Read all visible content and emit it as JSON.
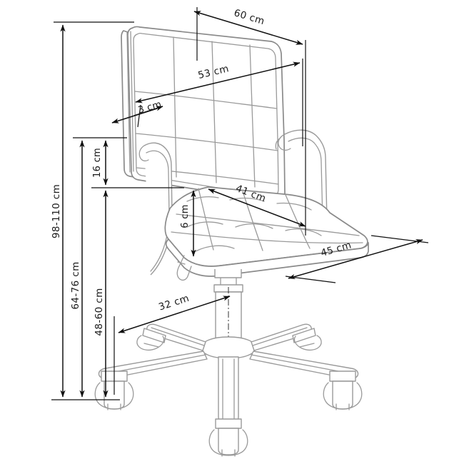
{
  "drawing": {
    "title": "Office chair technical dimension drawing",
    "subject": "swivel office chair with quilted backrest, armrests, gas lift and 5-star caster base",
    "units": "cm",
    "line_color": "#8a8a8a",
    "dimension_color": "#111111",
    "background_color": "#ffffff"
  },
  "dimensions": {
    "total_height": {
      "label": "98-110 cm",
      "name": "overall-height",
      "orientation": "vertical",
      "min": 98,
      "max": 110
    },
    "backrest_top_height": {
      "label": "64-76 cm",
      "name": "armrest-height",
      "orientation": "vertical",
      "min": 64,
      "max": 76
    },
    "seat_height": {
      "label": "48-60 cm",
      "name": "seat-height",
      "orientation": "vertical",
      "min": 48,
      "max": 60
    },
    "armrest_to_seat": {
      "label": "16 cm",
      "name": "armrest-to-seat-height",
      "orientation": "vertical",
      "value": 16
    },
    "seat_thickness": {
      "label": "6 cm",
      "name": "seat-cushion-thickness",
      "orientation": "vertical",
      "value": 6
    },
    "backrest_width": {
      "label": "60 cm",
      "name": "backrest-top-width",
      "orientation": "diagonal",
      "value": 60
    },
    "backrest_inner_width": {
      "label": "53 cm",
      "name": "backrest-inner-width",
      "orientation": "diagonal",
      "value": 53
    },
    "backrest_thickness": {
      "label": "3 cm",
      "name": "backrest-thickness",
      "orientation": "diagonal",
      "value": 3
    },
    "seat_depth": {
      "label": "41 cm",
      "name": "seat-depth",
      "orientation": "diagonal",
      "value": 41
    },
    "seat_width": {
      "label": "45 cm",
      "name": "seat-width",
      "orientation": "diagonal",
      "value": 45
    },
    "base_radius": {
      "label": "32 cm",
      "name": "base-radius",
      "orientation": "diagonal",
      "value": 32
    }
  }
}
